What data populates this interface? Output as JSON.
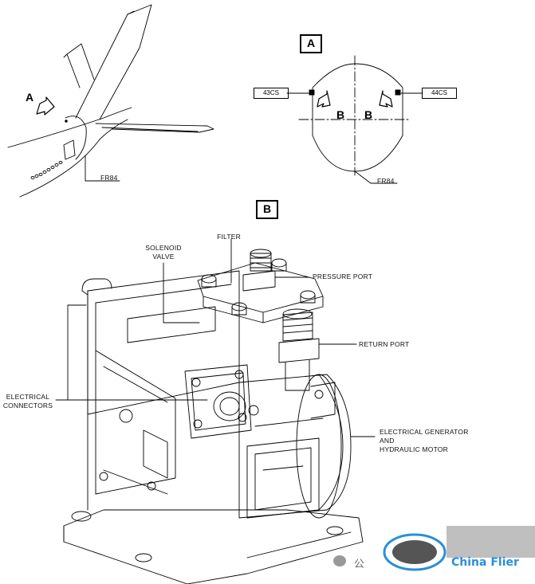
{
  "view_a": {
    "letter": "A",
    "box_label": "A",
    "frame_label": "FR84",
    "frame_label_detail": "FR84",
    "left_tag": "43CS",
    "right_tag": "44CS",
    "arrow_left": "B",
    "arrow_right": "B"
  },
  "view_b": {
    "box_label": "B",
    "filter": "FILTER",
    "solenoid_valve_line1": "SOLENOID",
    "solenoid_valve_line2": "VALVE",
    "pressure_port": "PRESSURE PORT",
    "return_port": "RETURN PORT",
    "electrical_connectors_line1": "ELECTRICAL",
    "electrical_connectors_line2": "CONNECTORS",
    "generator_line1": "ELECTRICAL GENERATOR",
    "generator_line2": "AND",
    "generator_line3": "HYDRAULIC MOTOR"
  },
  "watermark": {
    "text_cn": "公",
    "text_en": "China Flier",
    "brand_color": "#2a8fd8"
  }
}
